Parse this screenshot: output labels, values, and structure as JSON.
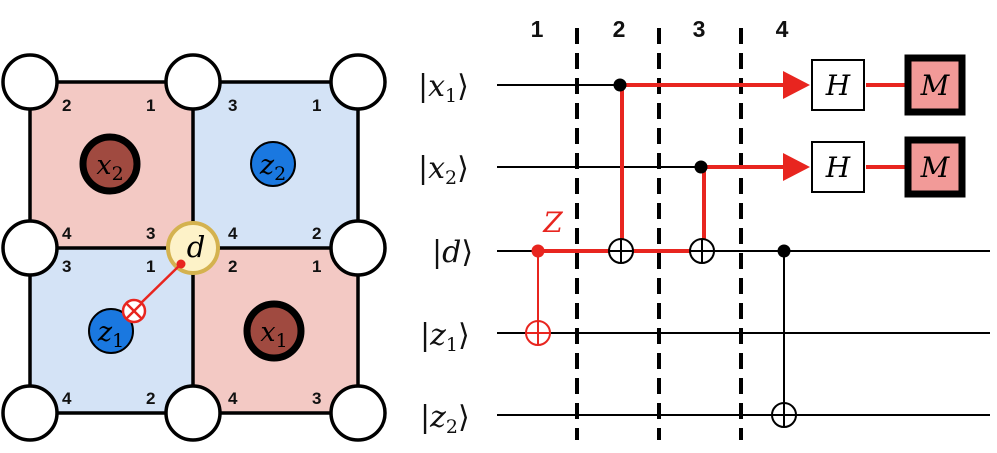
{
  "lattice": {
    "plaquettes": [
      {
        "id": "x2",
        "kind": "x",
        "color": "#f3c9c4",
        "qubit": {
          "name": "x",
          "sub": "2"
        }
      },
      {
        "id": "z2",
        "kind": "z",
        "color": "#d4e3f6",
        "qubit": {
          "name": "z",
          "sub": "2"
        }
      },
      {
        "id": "z1",
        "kind": "z",
        "color": "#d4e3f6",
        "qubit": {
          "name": "z",
          "sub": "1"
        }
      },
      {
        "id": "x1",
        "kind": "x",
        "color": "#f3c9c4",
        "qubit": {
          "name": "x",
          "sub": "1"
        }
      }
    ],
    "corner_labels": {
      "x2": [
        "2",
        "1",
        "3",
        "4"
      ],
      "z2": [
        "3",
        "1",
        "2",
        "4"
      ],
      "z1": [
        "3",
        "1",
        "2",
        "4"
      ],
      "x1": [
        "2",
        "1",
        "3",
        "4"
      ]
    },
    "center_qubit": "d",
    "colors": {
      "x_qubit": "#a04a40",
      "z_qubit": "#1a78e0",
      "center_qubit": "#fdf2c8",
      "center_border": "#d4b24f",
      "accent": "#e8251f"
    }
  },
  "circuit": {
    "step_labels": [
      "1",
      "2",
      "3",
      "4"
    ],
    "wires": [
      {
        "name": "x",
        "sub": "1"
      },
      {
        "name": "x",
        "sub": "2"
      },
      {
        "name": "d",
        "sub": ""
      },
      {
        "name": "z",
        "sub": "1"
      },
      {
        "name": "z",
        "sub": "2"
      }
    ],
    "error_label": "Z",
    "gates": {
      "hadamard": "H",
      "measure": "M"
    },
    "colors": {
      "measure_fill": "#f29a98",
      "error": "#e8251f"
    }
  }
}
